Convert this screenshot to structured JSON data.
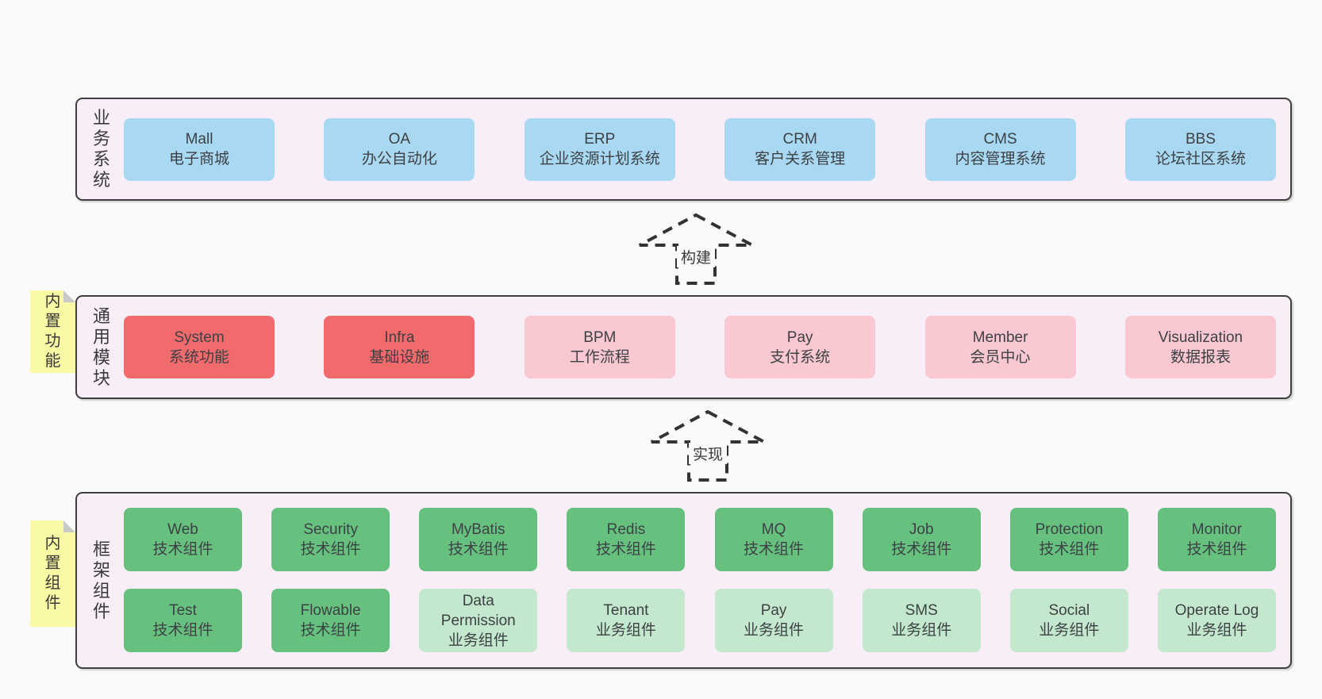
{
  "colors": {
    "page_bg": "#fafafa",
    "panel_bg": "#f8eef7",
    "panel_border": "#3f3f3f",
    "blue": "#a9d9f2",
    "red": "#f16b6d",
    "pink": "#f9c8d1",
    "green": "#66c17f",
    "green_light": "#c3e8cd",
    "sticky_bg": "#fafaa4",
    "sticky_fold": "#c8c8c8",
    "text": "#3d4145",
    "arrow": "#333333"
  },
  "sections": {
    "business": {
      "side_label": "业务系统",
      "rows": [
        [
          {
            "title": "Mall",
            "subtitle": "电子商城",
            "variant": "blue"
          },
          {
            "title": "OA",
            "subtitle": "办公自动化",
            "variant": "blue"
          },
          {
            "title": "ERP",
            "subtitle": "企业资源计划系统",
            "variant": "blue"
          },
          {
            "title": "CRM",
            "subtitle": "客户关系管理",
            "variant": "blue"
          },
          {
            "title": "CMS",
            "subtitle": "内容管理系统",
            "variant": "blue"
          },
          {
            "title": "BBS",
            "subtitle": "论坛社区系统",
            "variant": "blue"
          }
        ]
      ]
    },
    "modules": {
      "side_label": "通用模块",
      "sticky_label": "内置功能",
      "rows": [
        [
          {
            "title": "System",
            "subtitle": "系统功能",
            "variant": "red"
          },
          {
            "title": "Infra",
            "subtitle": "基础设施",
            "variant": "red"
          },
          {
            "title": "BPM",
            "subtitle": "工作流程",
            "variant": "pink"
          },
          {
            "title": "Pay",
            "subtitle": "支付系统",
            "variant": "pink"
          },
          {
            "title": "Member",
            "subtitle": "会员中心",
            "variant": "pink"
          },
          {
            "title": "Visualization",
            "subtitle": "数据报表",
            "variant": "pink"
          }
        ]
      ]
    },
    "components": {
      "side_label": "框架组件",
      "sticky_label": "内置组件",
      "rows": [
        [
          {
            "title": "Web",
            "subtitle": "技术组件",
            "variant": "green"
          },
          {
            "title": "Security",
            "subtitle": "技术组件",
            "variant": "green"
          },
          {
            "title": "MyBatis",
            "subtitle": "技术组件",
            "variant": "green"
          },
          {
            "title": "Redis",
            "subtitle": "技术组件",
            "variant": "green"
          },
          {
            "title": "MQ",
            "subtitle": "技术组件",
            "variant": "green"
          },
          {
            "title": "Job",
            "subtitle": "技术组件",
            "variant": "green"
          },
          {
            "title": "Protection",
            "subtitle": "技术组件",
            "variant": "green"
          },
          {
            "title": "Monitor",
            "subtitle": "技术组件",
            "variant": "green"
          }
        ],
        [
          {
            "title": "Test",
            "subtitle": "技术组件",
            "variant": "green"
          },
          {
            "title": "Flowable",
            "subtitle": "技术组件",
            "variant": "green"
          },
          {
            "title": "Data Permission",
            "subtitle": "业务组件",
            "variant": "green_light"
          },
          {
            "title": "Tenant",
            "subtitle": "业务组件",
            "variant": "green_light"
          },
          {
            "title": "Pay",
            "subtitle": "业务组件",
            "variant": "green_light"
          },
          {
            "title": "SMS",
            "subtitle": "业务组件",
            "variant": "green_light"
          },
          {
            "title": "Social",
            "subtitle": "业务组件",
            "variant": "green_light"
          },
          {
            "title": "Operate Log",
            "subtitle": "业务组件",
            "variant": "green_light"
          }
        ]
      ]
    }
  },
  "arrows": [
    {
      "label": "构建"
    },
    {
      "label": "实现"
    }
  ]
}
